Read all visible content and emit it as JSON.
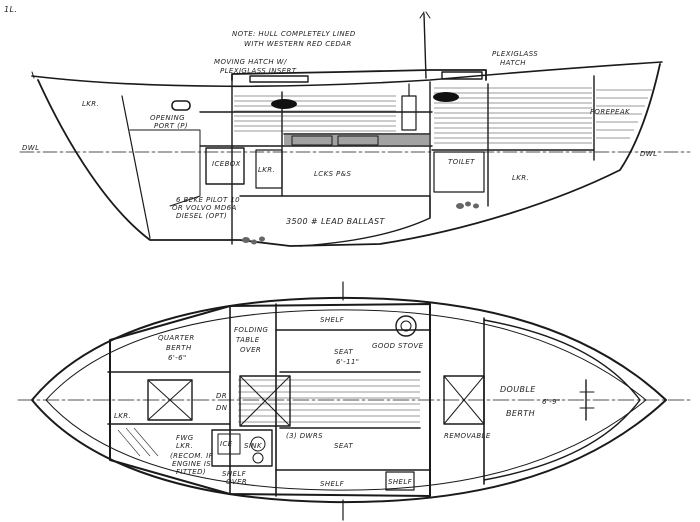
{
  "corner_mark": "1L.",
  "profile": {
    "notes": {
      "hull_note_line1": "NOTE: HULL COMPLETELY LINED",
      "hull_note_line2": "WITH WESTERN RED CEDAR",
      "hatch_note_line1": "MOVING HATCH W/",
      "hatch_note_line2": "PLEXIGLASS INSERT",
      "plexiglass_hatch_line1": "PLEXIGLASS",
      "plexiglass_hatch_line2": "HATCH",
      "opening_port_line1": "OPENING",
      "opening_port_line2": "PORT (P)",
      "engine_line1": "6 BEKE PILOT 10",
      "engine_line2": "OR VOLVO MD6A",
      "engine_line3": "DIESEL (OPT)"
    },
    "labels": {
      "dwl_left": "DWL",
      "dwl_right": "DWL",
      "lkr_aft": "LKR.",
      "lkr_fwd": "LKR.",
      "forepeak": "FOREPEAK",
      "icebox": "ICEBOX",
      "lkr_small": "LKR.",
      "lockers": "LCKS P&S",
      "toilet": "TOILET",
      "ballast": "3500 # LEAD BALLAST"
    }
  },
  "plan": {
    "labels": {
      "shelf_top": "SHELF",
      "shelf_bottom": "SHELF",
      "seat_top": "SEAT",
      "seat_top_dim": "6'-11\"",
      "seat_bottom": "SEAT",
      "stove": "GOOD STOVE",
      "quarter_berth_line1": "QUARTER",
      "quarter_berth_line2": "BERTH",
      "quarter_berth_dim": "6'-6\"",
      "folding_table_line1": "FOLDING",
      "folding_table_line2": "TABLE",
      "folding_table_line3": "OVER",
      "drawers": "(3) DWRS",
      "double_berth_line1": "DOUBLE",
      "double_berth_dim": "6'-9\"",
      "double_berth_line2": "BERTH",
      "removable": "REMOVABLE",
      "lkr_plan": "LKR.",
      "fwg_line1": "FWG",
      "fwg_line2": "LKR.",
      "fwg_line3": "(RECOM. IF",
      "fwg_line4": "ENGINE IS",
      "fwg_line5": "FITTED)",
      "shelf_over_line1": "SHELF",
      "shelf_over_line2": "OVER",
      "ice_box": "ICE",
      "sink": "SINK",
      "dr": "DR",
      "dn": "DN",
      "shelf_small": "SHELF"
    }
  }
}
